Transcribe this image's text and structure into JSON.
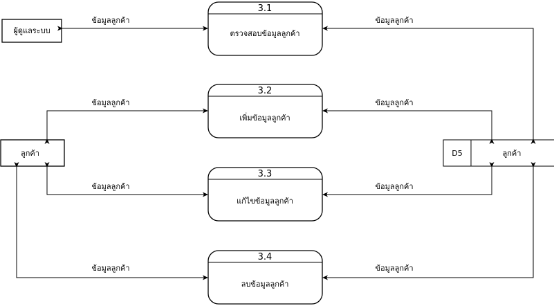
{
  "processes": [
    {
      "number": "3.1",
      "label": "ตรวจสอบข้อมูลลูกค้า"
    },
    {
      "number": "3.2",
      "label": "เพิ่มข้อมูลลูกค้า"
    },
    {
      "number": "3.3",
      "label": "แก้ไขข้อมูลลูกค้า"
    },
    {
      "number": "3.4",
      "label": "ลบข้อมูลลูกค้า"
    }
  ],
  "entities": {
    "admin": "ผู้ดูแลระบบ",
    "customer": "ลูกค้า"
  },
  "datastore": {
    "id": "D5",
    "label": "ลูกค้า"
  },
  "flows": {
    "admin_31": "ข้อมูลลูกค้า",
    "ds_31": "ข้อมูลลูกค้า",
    "cust_32": "ข้อมูลลูกค้า",
    "ds_32": "ข้อมูลลูกค้า",
    "cust_33": "ข้อมูลลูกค้า",
    "ds_33": "ข้อมูลลูกค้า",
    "cust_34": "ข้อมูลลูกค้า",
    "ds_34": "ข้อมูลลูกค้า"
  }
}
